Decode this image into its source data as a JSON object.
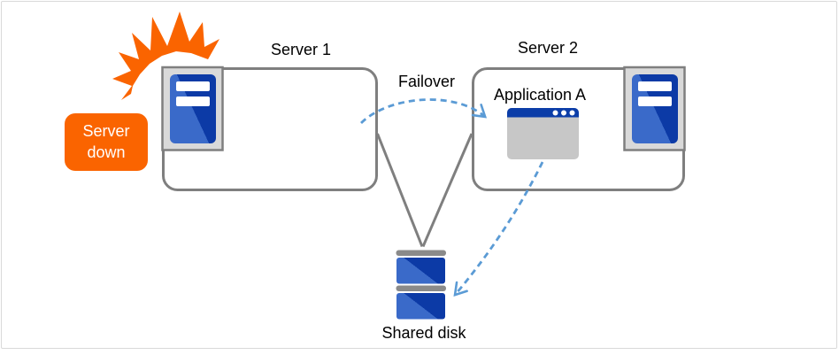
{
  "diagram": {
    "type": "failover-cluster-diagram",
    "background": "#FFFFFF",
    "border_color": "#D9D9D9"
  },
  "labels": {
    "server1": "Server 1",
    "server2": "Server 2",
    "failover": "Failover",
    "application": "Application A",
    "shared_disk": "Shared disk",
    "server_down": "Server down"
  },
  "icons": {
    "server1_icon": "server-icon",
    "server2_icon": "server-icon",
    "application_icon": "app-window-icon",
    "shared_disk_icon": "disk-stack-icon",
    "crash_icon": "explosion-icon"
  },
  "colors": {
    "accent_orange": "#FA6400",
    "icon_blue_light": "#3A6AC9",
    "icon_blue_dark": "#0C3AA6",
    "titlebar_blue": "#0B3DA8",
    "connector_gray": "#7F7F7F",
    "dashed_arrow_blue": "#5B9BD5",
    "icon_plate_gray": "#D9D9D9",
    "disk_cap_gray": "#8A8A8A",
    "window_body_gray": "#C7C7C7"
  },
  "connections": [
    {
      "from": "Server 1",
      "to": "Shared disk",
      "style": "solid"
    },
    {
      "from": "Server 2",
      "to": "Shared disk",
      "style": "solid"
    },
    {
      "from": "Server 1",
      "to": "Server 2",
      "style": "dashed",
      "label": "Failover"
    },
    {
      "from": "Application A",
      "to": "Shared disk",
      "style": "dashed"
    }
  ]
}
